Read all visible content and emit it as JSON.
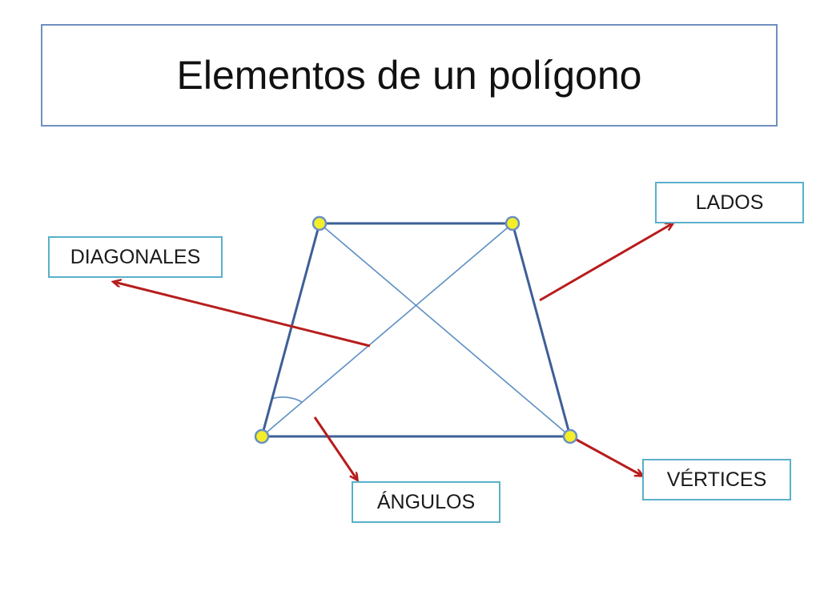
{
  "title": "Elementos de un polígono",
  "labels": {
    "lados": "LADOS",
    "diagonales": "DIAGONALES",
    "vertices": "VÉRTICES",
    "angulos": "ÁNGULOS"
  },
  "colors": {
    "polygon_side": "#3d5f96",
    "diagonal": "#5e8fc4",
    "arrow": "#b81c1c",
    "vertex_fill": "#f4ee2a",
    "vertex_stroke": "#6b8fc4",
    "label_border": "#5ab0c9",
    "title_border": "#6f8fc0"
  }
}
